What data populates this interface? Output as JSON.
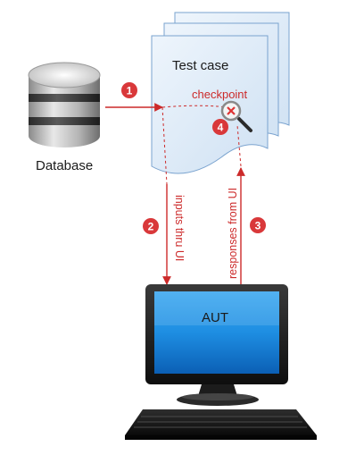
{
  "test_case": {
    "title": "Test case",
    "checkpoint_label": "checkpoint"
  },
  "database": {
    "label": "Database"
  },
  "aut": {
    "label": "AUT"
  },
  "arrows": {
    "inputs_label": "inputs thru UI",
    "responses_label": "responses from UI"
  },
  "steps": [
    "1",
    "2",
    "3",
    "4"
  ],
  "colors": {
    "arrow_red": "#cc2a2a",
    "step_badge": "#d9383a",
    "paper_fill": "#dbe9f7",
    "paper_border": "#7aa3cf",
    "screen_blue": "#1a86d6"
  },
  "icons": [
    "database-icon",
    "magnifier-icon",
    "monitor-icon",
    "keyboard-icon"
  ]
}
